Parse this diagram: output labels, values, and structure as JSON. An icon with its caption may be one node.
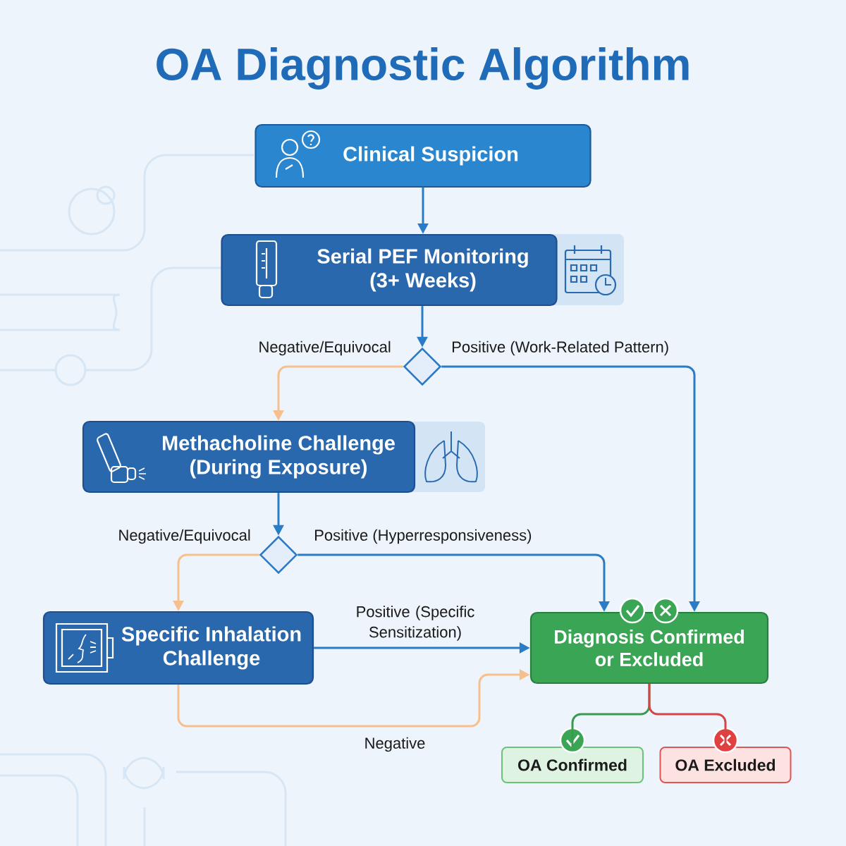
{
  "diagram": {
    "title": "OA Diagnostic Algorithm",
    "nodes": [
      {
        "text": [
          "Clinical Suspicion"
        ]
      },
      {
        "text": [
          "Serial PEF Monitoring (3+ Weeks)"
        ]
      },
      {
        "text": [],
        "shape": "diamond"
      },
      {
        "text": [
          "Methacholine Challenge (During Exposure)"
        ]
      },
      {
        "text": [],
        "shape": "diamond"
      },
      {
        "text": [
          "Specific Inhalation Challenge"
        ]
      },
      {
        "text": [
          "Diagnosis Confirmed or Excluded"
        ]
      },
      {
        "text": [
          "OA Confirmed"
        ]
      },
      {
        "text": [
          "OA Excluded"
        ]
      }
    ],
    "edges": [
      {
        "from": 0,
        "to": 1,
        "arrow": "to"
      },
      {
        "from": 1,
        "to": 2,
        "arrow": "to"
      },
      {
        "from": 2,
        "to": 3,
        "arrow": "to",
        "label": "Negative/Equivocal",
        "color": "#f6c08e"
      },
      {
        "from": 2,
        "to": 6,
        "arrow": "to",
        "label": "Positive (Work-Related Pattern)"
      },
      {
        "from": 3,
        "to": 4,
        "arrow": "to"
      },
      {
        "from": 4,
        "to": 5,
        "arrow": "to",
        "label": "Negative/Equivocal",
        "color": "#f6c08e"
      },
      {
        "from": 4,
        "to": 6,
        "arrow": "to",
        "label": "Positive (Hyperresponsiveness)"
      },
      {
        "from": 5,
        "to": 6,
        "arrow": "to",
        "label": "Positive (Specific Sensitization)"
      },
      {
        "from": 5,
        "to": 6,
        "arrow": "to",
        "label": "Negative",
        "color": "#f6c08e"
      },
      {
        "from": 6,
        "to": 7,
        "arrow": "none",
        "color": "#3a9a50"
      },
      {
        "from": 6,
        "to": 8,
        "arrow": "none",
        "color": "#d64545"
      }
    ]
  }
}
